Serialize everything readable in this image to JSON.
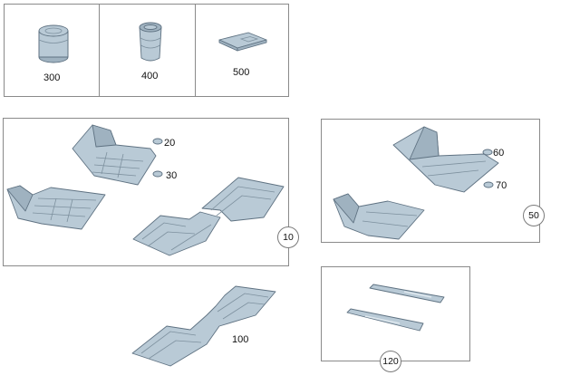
{
  "callouts": {
    "p300": "300",
    "p400": "400",
    "p500": "500",
    "p20": "20",
    "p30": "30",
    "p10": "10",
    "p60": "60",
    "p70": "70",
    "p50": "50",
    "p100": "100",
    "p120": "120"
  }
}
